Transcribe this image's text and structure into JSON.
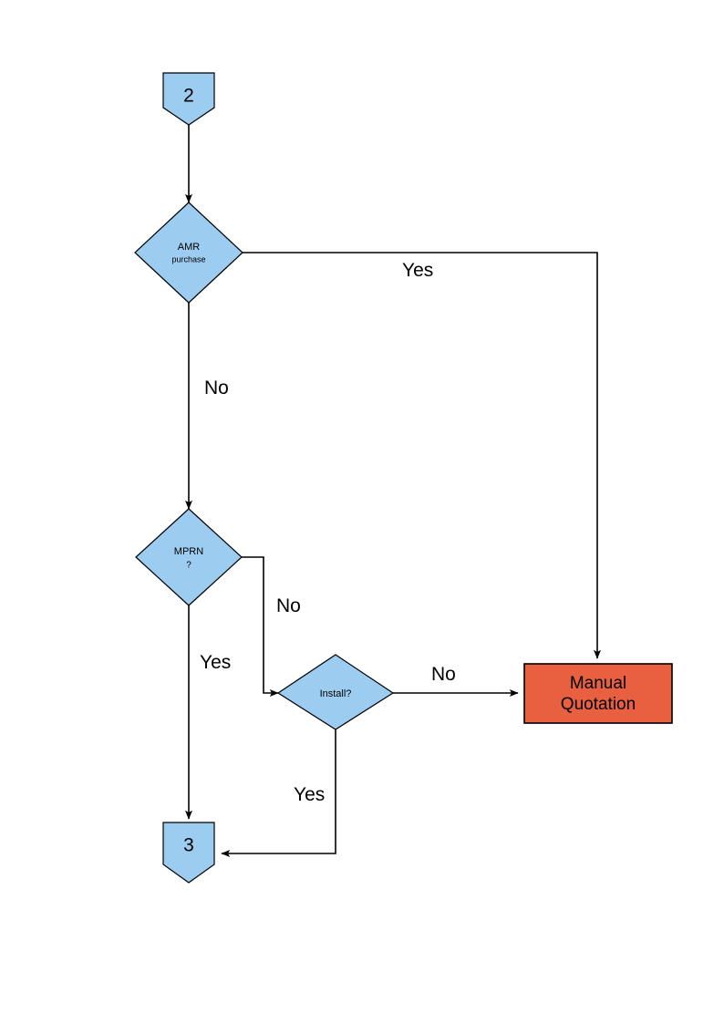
{
  "diagram": {
    "type": "flowchart",
    "title": "",
    "colors": {
      "node_fill_blue": "#9CCCF0",
      "node_fill_orange": "#E8603F",
      "stroke": "#000000",
      "background": "#ffffff"
    },
    "nodes": [
      {
        "id": "connector-2",
        "shape": "pentagon-connector",
        "label": "2",
        "label_lines": [
          "2"
        ],
        "fill": "#9CCCF0"
      },
      {
        "id": "decision-amr",
        "shape": "diamond",
        "label": "AMR purchase",
        "label_lines": [
          "AMR",
          "purchase"
        ],
        "fill": "#9CCCF0"
      },
      {
        "id": "decision-mprn",
        "shape": "diamond",
        "label": "MPRN ?",
        "label_lines": [
          "MPRN",
          "?"
        ],
        "fill": "#9CCCF0"
      },
      {
        "id": "decision-install",
        "shape": "diamond",
        "label": "Install?",
        "label_lines": [
          "Install?"
        ],
        "fill": "#9CCCF0"
      },
      {
        "id": "process-manual-quotation",
        "shape": "rectangle",
        "label": "Manual Quotation",
        "label_lines": [
          "Manual",
          "Quotation"
        ],
        "fill": "#E8603F"
      },
      {
        "id": "connector-3",
        "shape": "pentagon-connector",
        "label": "3",
        "label_lines": [
          "3"
        ],
        "fill": "#9CCCF0"
      }
    ],
    "edges": [
      {
        "id": "edge-2-to-amr",
        "from": "connector-2",
        "to": "decision-amr",
        "label": ""
      },
      {
        "id": "edge-amr-yes",
        "from": "decision-amr",
        "to": "process-manual-quotation",
        "label": "Yes"
      },
      {
        "id": "edge-amr-no",
        "from": "decision-amr",
        "to": "decision-mprn",
        "label": "No"
      },
      {
        "id": "edge-mprn-no",
        "from": "decision-mprn",
        "to": "decision-install",
        "label": "No"
      },
      {
        "id": "edge-mprn-yes",
        "from": "decision-mprn",
        "to": "connector-3",
        "label": "Yes"
      },
      {
        "id": "edge-install-no",
        "from": "decision-install",
        "to": "process-manual-quotation",
        "label": "No"
      },
      {
        "id": "edge-install-yes",
        "from": "decision-install",
        "to": "connector-3",
        "label": "Yes"
      }
    ],
    "labels": {
      "amr_yes": "Yes",
      "amr_no": "No",
      "mprn_no": "No",
      "mprn_yes": "Yes",
      "install_no": "No",
      "install_yes": "Yes"
    }
  }
}
